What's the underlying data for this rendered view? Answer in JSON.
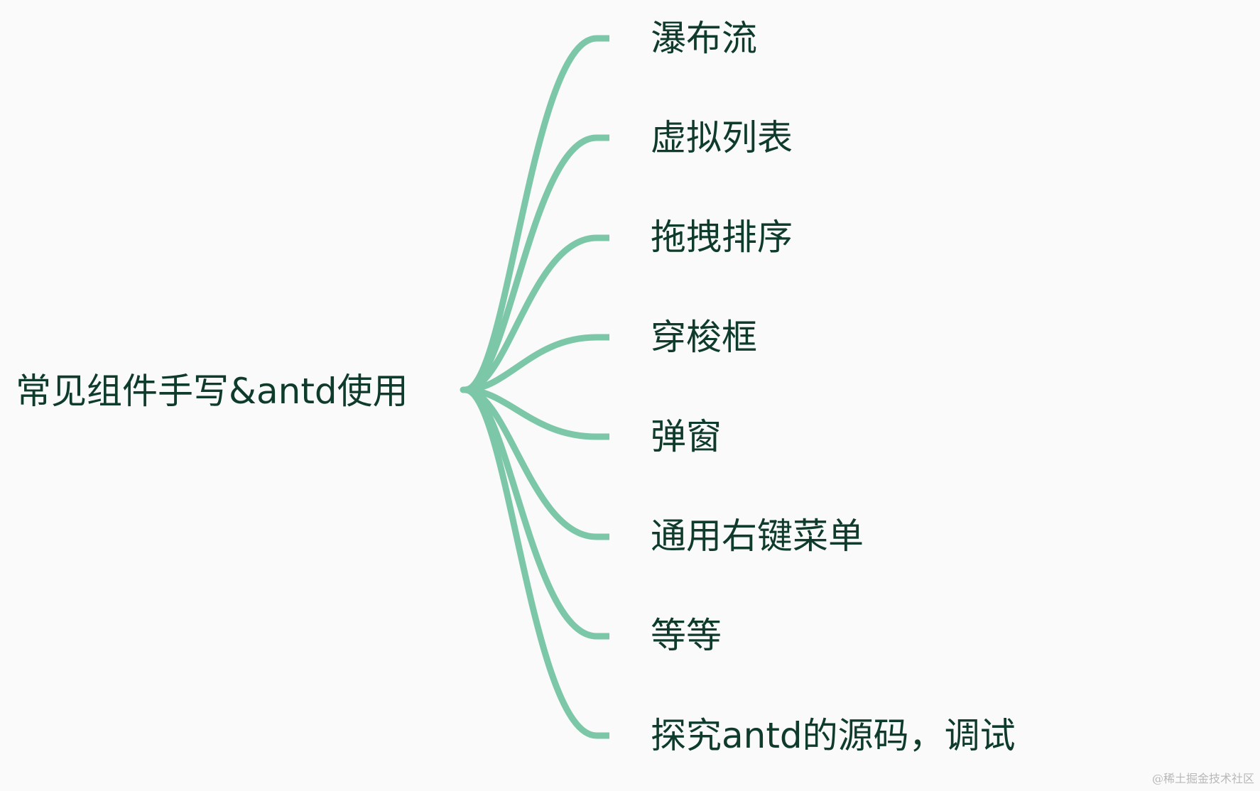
{
  "root": {
    "label": "常见组件手写&antd使用"
  },
  "branches": [
    {
      "label": "瀑布流"
    },
    {
      "label": "虚拟列表"
    },
    {
      "label": "拖拽排序"
    },
    {
      "label": "穿梭框"
    },
    {
      "label": "弹窗"
    },
    {
      "label": "通用右键菜单"
    },
    {
      "label": "等等"
    },
    {
      "label": "探究antd的源码，调试"
    }
  ],
  "watermark": "@稀土掘金技术社区",
  "colors": {
    "background": "#fafafa",
    "connector": "#7cc7a8",
    "text": "#0e3b2a",
    "watermark": "#b8b8b8"
  }
}
